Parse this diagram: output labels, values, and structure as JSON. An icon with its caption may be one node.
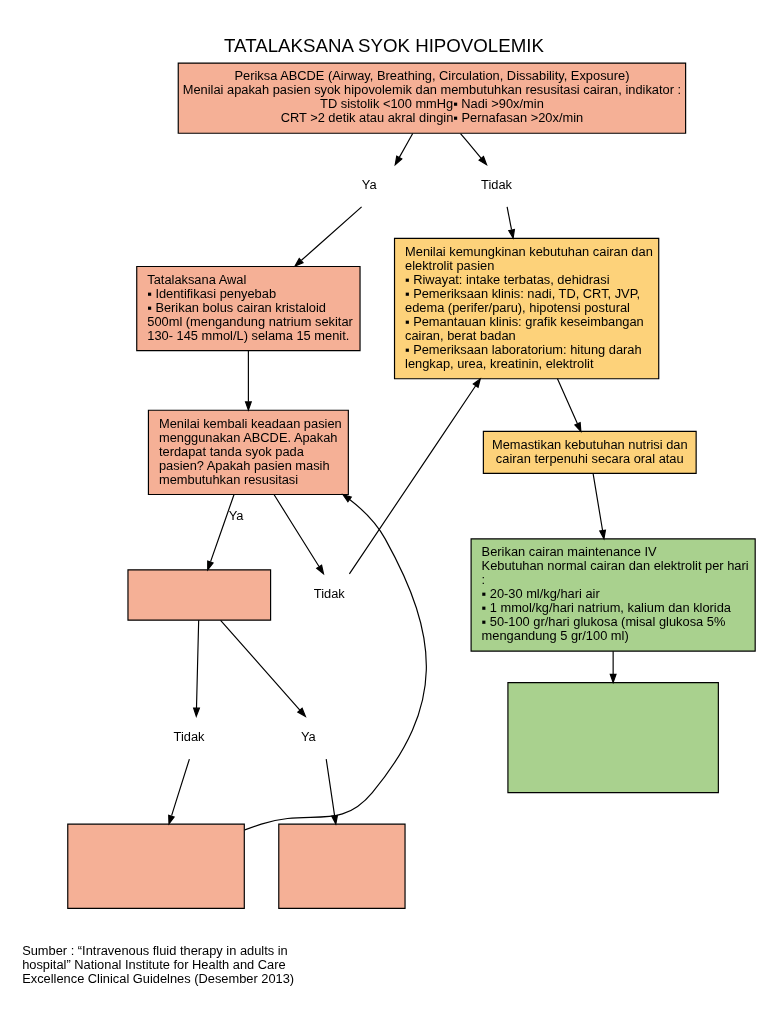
{
  "diagram": {
    "title": "TATALAKSANA SYOK HIPOVOLEMIK",
    "nodes": [
      {
        "text": [
          "Periksa ABCDE (Airway, Breathing, Circulation, Dissability, Exposure)",
          "Menilai apakah pasien syok hipovolemik dan membutuhkan resusitasi cairan, indikator :",
          "TD sistolik <100 mmHg▪ Nadi >90x/min",
          "CRT >2 detik atau akral dingin▪ Pernafasan >20x/min"
        ]
      },
      {
        "text": [
          "Ya"
        ]
      },
      {
        "text": [
          "Tidak"
        ]
      },
      {
        "text": [
          "Tatalaksana Awal",
          "▪ Identifikasi penyebab",
          "▪ Berikan bolus cairan kristaloid 500ml (mengandung natrium sekitar 130- 145 mmol/L) selama 15 menit."
        ]
      },
      {
        "text": [
          "Menilai kemungkinan kebutuhan cairan dan elektrolit pasien",
          "▪ Riwayat: intake terbatas, dehidrasi",
          "▪ Pemeriksaan klinis: nadi, TD, CRT, JVP, edema (perifer/paru), hipotensi postural",
          "▪ Pemantauan klinis: grafik keseimbangan cairan, berat badan",
          "▪ Pemeriksaan laboratorium: hitung darah lengkap, urea, kreatinin, elektrolit"
        ]
      },
      {
        "text": [
          "Menilai kembali keadaan pasien menggunakan ABCDE. Apakah terdapat tanda syok pada pasien? Apakah pasien masih membutuhkan resusitasi"
        ]
      },
      {
        "text": [
          "Tidak"
        ]
      },
      {
        "text": [
          "Memastikan kebutuhan nutrisi dan cairan terpenuhi secara oral atau"
        ]
      },
      {
        "text": [],
        "shape": "box"
      },
      {
        "text": [
          "Berikan cairan maintenance IV",
          "Kebutuhan normal cairan dan elektrolit per hari :",
          "▪ 20-30 ml/kg/hari air",
          "▪ 1 mmol/kg/hari natrium, kalium dan klorida",
          "▪ 50-100 gr/hari glukosa (misal glukosa 5% mengandung 5 gr/100 ml)"
        ]
      },
      {
        "text": [
          "Tidak"
        ]
      },
      {
        "text": [
          "Ya"
        ]
      },
      {
        "text": [],
        "shape": "box"
      },
      {
        "text": [],
        "shape": "box"
      },
      {
        "text": [],
        "shape": "box"
      }
    ],
    "edges": [
      {
        "from": 0,
        "to": 1,
        "arrow": "to"
      },
      {
        "from": 0,
        "to": 2,
        "arrow": "to"
      },
      {
        "from": 1,
        "to": 3,
        "arrow": "to"
      },
      {
        "from": 2,
        "to": 4,
        "arrow": "to"
      },
      {
        "from": 3,
        "to": 5,
        "arrow": "to"
      },
      {
        "from": 5,
        "to": 8,
        "arrow": "to",
        "label": "Ya"
      },
      {
        "from": 5,
        "to": 6,
        "arrow": "to"
      },
      {
        "from": 6,
        "to": 4,
        "arrow": "to"
      },
      {
        "from": 4,
        "to": 7,
        "arrow": "to"
      },
      {
        "from": 7,
        "to": 9,
        "arrow": "to"
      },
      {
        "from": 9,
        "to": 14,
        "arrow": "to"
      },
      {
        "from": 8,
        "to": 10,
        "arrow": "to"
      },
      {
        "from": 8,
        "to": 11,
        "arrow": "to"
      },
      {
        "from": 10,
        "to": 12,
        "arrow": "to"
      },
      {
        "from": 11,
        "to": 13,
        "arrow": "to"
      },
      {
        "from": 12,
        "to": 5,
        "arrow": "to"
      }
    ],
    "labels": [
      "Sumber : “Intravenous fluid therapy in adults in hospital” National Institute for Health and Care Excellence Clinical Guidelnes (Desember 2013)"
    ]
  }
}
